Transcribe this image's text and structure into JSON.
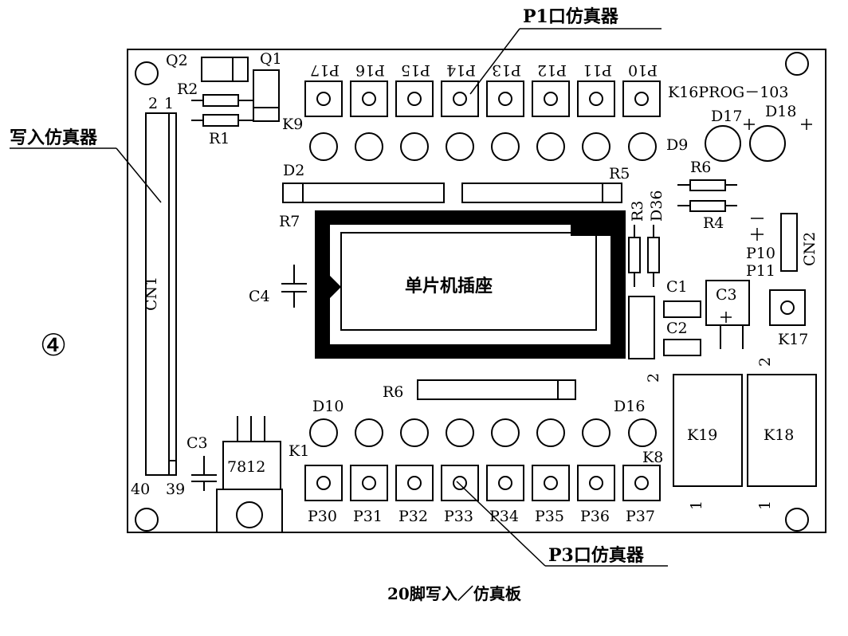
{
  "figure_number": "④",
  "caption": "20脚写入／仿真板",
  "callouts": {
    "p1_emulator": "P1口仿真器",
    "write_emulator": "写入仿真器",
    "p3_emulator": "P3口仿真器"
  },
  "board": {
    "chip_socket_label": "单片机插座",
    "board_id": "K16PROG－103",
    "regulator": "7812",
    "cn1": "CN1",
    "cn2": "CN2",
    "cn1_pins": {
      "top_left": "2",
      "top_right": "1",
      "bottom_left": "40",
      "bottom_right": "39"
    },
    "p1_pins": [
      "P17",
      "P16",
      "P15",
      "P14",
      "P13",
      "P12",
      "P11",
      "P10"
    ],
    "p3_pins": [
      "P30",
      "P31",
      "P32",
      "P33",
      "P34",
      "P35",
      "P36",
      "P37"
    ],
    "labels": {
      "q1": "Q1",
      "q2": "Q2",
      "r1": "R1",
      "r2": "R2",
      "r3": "R3",
      "r4": "R4",
      "r5": "R5",
      "r6_top": "R6",
      "r6_bottom": "R6",
      "r7": "R7",
      "k1": "K1",
      "k8": "K8",
      "k9": "K9",
      "k17": "K17",
      "k18": "K18",
      "k19": "K19",
      "d2": "D2",
      "d9": "D9",
      "d10": "D10",
      "d16": "D16",
      "d17": "D17",
      "d18": "D18",
      "d36": "D36",
      "c1": "C1",
      "c2": "C2",
      "c3_right": "C3",
      "c3_left": "C3",
      "c4": "C4",
      "p10": "P10",
      "p11": "P11",
      "k19_pin2": "2",
      "k19_pin1": "1",
      "k18_pin2": "2",
      "k18_pin1": "1"
    }
  }
}
